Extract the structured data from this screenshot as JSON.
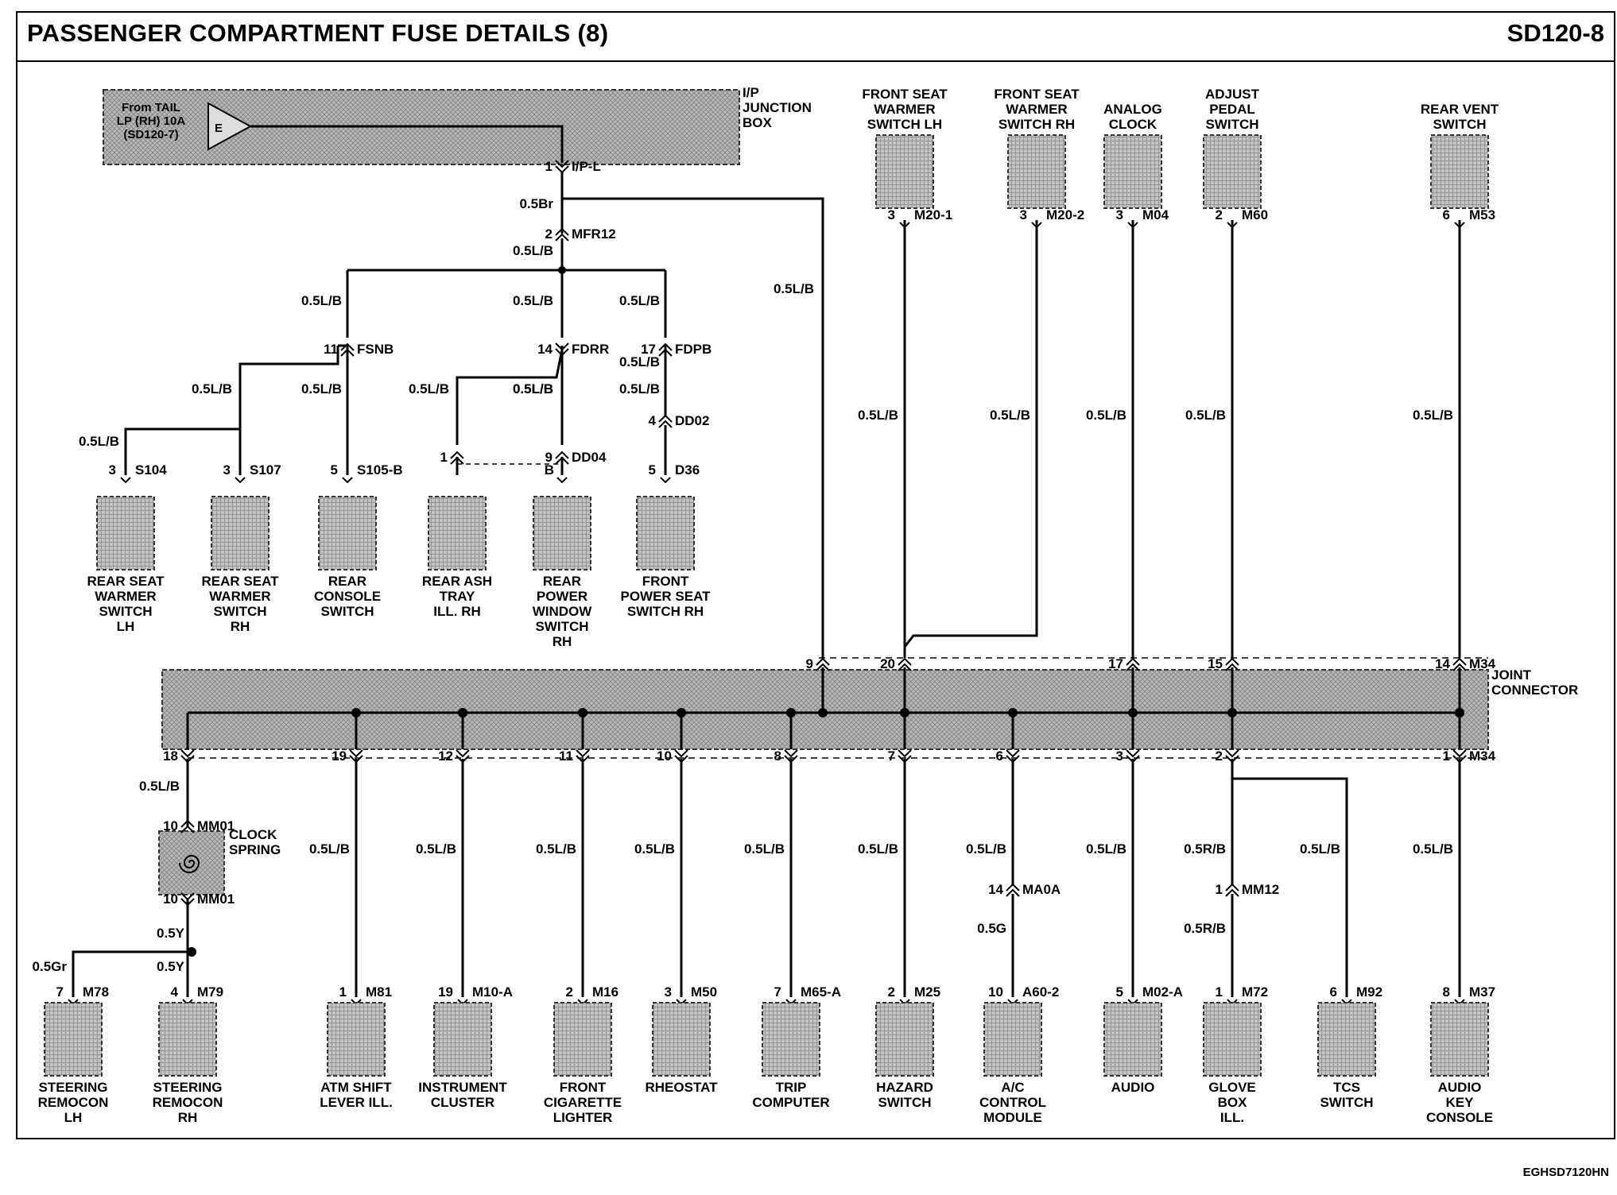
{
  "header": {
    "title": "PASSENGER COMPARTMENT FUSE DETAILS (8)",
    "code": "SD120-8"
  },
  "footer": {
    "code": "EGHSD7120HN"
  },
  "source": {
    "lines": [
      "From TAIL",
      "LP (RH) 10A",
      "(SD120-7)"
    ],
    "pin": "E"
  },
  "ip_box_label": [
    "I/P",
    "JUNCTION",
    "BOX"
  ],
  "joint_connector_label": [
    "JOINT",
    "CONNECTOR"
  ],
  "clock_spring_label": [
    "CLOCK",
    "SPRING"
  ],
  "connectors": [
    {
      "pin": "1",
      "name": "I/P-L"
    },
    {
      "pin": "2",
      "name": "MFR12"
    },
    {
      "pin": "11",
      "name": "FSNB"
    },
    {
      "pin": "14",
      "name": "FDRR"
    },
    {
      "pin": "17",
      "name": "FDPB"
    },
    {
      "pin": "4",
      "name": "DD02"
    },
    {
      "pin": "1",
      "name": ""
    },
    {
      "pin": "9",
      "name": "DD04"
    },
    {
      "pin": "3",
      "name": "S104"
    },
    {
      "pin": "3",
      "name": "S107"
    },
    {
      "pin": "5",
      "name": "S105-B"
    },
    {
      "pin": "B",
      "name": ""
    },
    {
      "pin": "5",
      "name": "D36"
    },
    {
      "pin": "3",
      "name": "M20-1"
    },
    {
      "pin": "3",
      "name": "M20-2"
    },
    {
      "pin": "3",
      "name": "M04"
    },
    {
      "pin": "2",
      "name": "M60"
    },
    {
      "pin": "6",
      "name": "M53"
    },
    {
      "pin": "9",
      "name": ""
    },
    {
      "pin": "20",
      "name": ""
    },
    {
      "pin": "17",
      "name": ""
    },
    {
      "pin": "15",
      "name": ""
    },
    {
      "pin": "14",
      "name": "M34"
    },
    {
      "pin": "18",
      "name": ""
    },
    {
      "pin": "19",
      "name": ""
    },
    {
      "pin": "12",
      "name": ""
    },
    {
      "pin": "11",
      "name": ""
    },
    {
      "pin": "10",
      "name": ""
    },
    {
      "pin": "8",
      "name": ""
    },
    {
      "pin": "7",
      "name": ""
    },
    {
      "pin": "6",
      "name": ""
    },
    {
      "pin": "3",
      "name": ""
    },
    {
      "pin": "2",
      "name": ""
    },
    {
      "pin": "1",
      "name": "M34"
    },
    {
      "pin": "10",
      "name": "MM01"
    },
    {
      "pin": "10",
      "name": "MM01"
    },
    {
      "pin": "14",
      "name": "MA0A"
    },
    {
      "pin": "1",
      "name": "MM12"
    },
    {
      "pin": "7",
      "name": "M78"
    },
    {
      "pin": "4",
      "name": "M79"
    },
    {
      "pin": "1",
      "name": "M81"
    },
    {
      "pin": "19",
      "name": "M10-A"
    },
    {
      "pin": "2",
      "name": "M16"
    },
    {
      "pin": "3",
      "name": "M50"
    },
    {
      "pin": "7",
      "name": "M65-A"
    },
    {
      "pin": "2",
      "name": "M25"
    },
    {
      "pin": "10",
      "name": "A60-2"
    },
    {
      "pin": "5",
      "name": "M02-A"
    },
    {
      "pin": "1",
      "name": "M72"
    },
    {
      "pin": "6",
      "name": "M92"
    },
    {
      "pin": "8",
      "name": "M37"
    }
  ],
  "wires": [
    "0.5Br",
    "0.5L/B",
    "0.5L/B",
    "0.5L/B",
    "0.5L/B",
    "0.5L/B",
    "0.5L/B",
    "0.5L/B",
    "0.5L/B",
    "0.5L/B",
    "0.5L/B",
    "0.5L/B",
    "0.5L/B",
    "0.5L/B",
    "0.5L/B",
    "0.5L/B",
    "0.5L/B",
    "0.5L/B",
    "0.5L/B",
    "0.5L/B",
    "0.5Y",
    "0.5Gr",
    "0.5Y",
    "0.5L/B",
    "0.5L/B",
    "0.5L/B",
    "0.5L/B",
    "0.5L/B",
    "0.5L/B",
    "0.5L/B",
    "0.5G",
    "0.5L/B",
    "0.5R/B",
    "0.5R/B",
    "0.5L/B",
    "0.5L/B"
  ],
  "components_top": [
    {
      "lines": [
        "REAR SEAT",
        "WARMER",
        "SWITCH",
        "LH"
      ]
    },
    {
      "lines": [
        "REAR SEAT",
        "WARMER",
        "SWITCH",
        "RH"
      ]
    },
    {
      "lines": [
        "REAR",
        "CONSOLE",
        "SWITCH"
      ]
    },
    {
      "lines": [
        "REAR ASH",
        "TRAY",
        "ILL. RH"
      ]
    },
    {
      "lines": [
        "REAR",
        "POWER",
        "WINDOW",
        "SWITCH",
        "RH"
      ]
    },
    {
      "lines": [
        "FRONT",
        "POWER SEAT",
        "SWITCH RH"
      ]
    },
    {
      "lines": [
        "FRONT SEAT",
        "WARMER",
        "SWITCH LH"
      ]
    },
    {
      "lines": [
        "FRONT SEAT",
        "WARMER",
        "SWITCH RH"
      ]
    },
    {
      "lines": [
        "ANALOG",
        "CLOCK"
      ]
    },
    {
      "lines": [
        "ADJUST",
        "PEDAL",
        "SWITCH"
      ]
    },
    {
      "lines": [
        "REAR VENT",
        "SWITCH"
      ]
    }
  ],
  "components_bottom": [
    {
      "lines": [
        "STEERING",
        "REMOCON",
        "LH"
      ]
    },
    {
      "lines": [
        "STEERING",
        "REMOCON",
        "RH"
      ]
    },
    {
      "lines": [
        "ATM SHIFT",
        "LEVER ILL."
      ]
    },
    {
      "lines": [
        "INSTRUMENT",
        "CLUSTER"
      ]
    },
    {
      "lines": [
        "FRONT",
        "CIGARETTE",
        "LIGHTER"
      ]
    },
    {
      "lines": [
        "RHEOSTAT"
      ]
    },
    {
      "lines": [
        "TRIP",
        "COMPUTER"
      ]
    },
    {
      "lines": [
        "HAZARD",
        "SWITCH"
      ]
    },
    {
      "lines": [
        "A/C",
        "CONTROL",
        "MODULE"
      ]
    },
    {
      "lines": [
        "AUDIO"
      ]
    },
    {
      "lines": [
        "GLOVE",
        "BOX",
        "ILL."
      ]
    },
    {
      "lines": [
        "TCS",
        "SWITCH"
      ]
    },
    {
      "lines": [
        "AUDIO",
        "KEY",
        "CONSOLE"
      ]
    }
  ]
}
